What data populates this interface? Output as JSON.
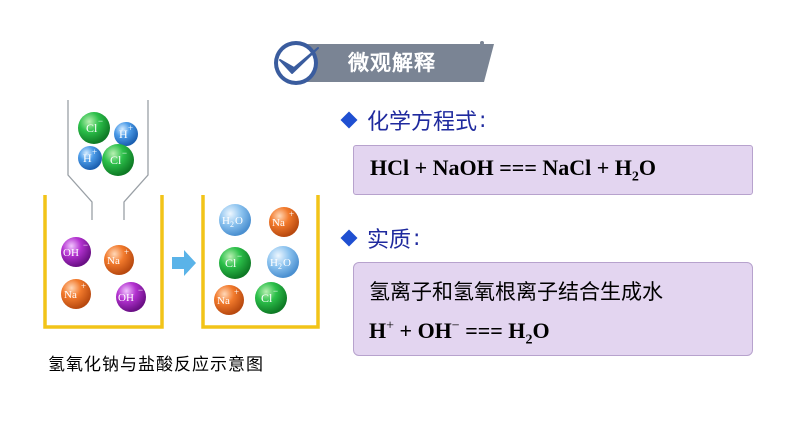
{
  "header": {
    "title": "微观解释",
    "check_icon": "checkmark-icon",
    "colors": {
      "banner": "#7a8494",
      "banner_circle": "#3a5c9e",
      "accent": "#1f4fd1"
    }
  },
  "section_equation": {
    "label": "化学方程式",
    "colon": ":",
    "equation": {
      "left": "HCl + NaOH === NaCl + H",
      "sub": "2",
      "right": "O"
    }
  },
  "section_essence": {
    "label": "实质",
    "colon": ":",
    "line1": "氢离子和氢氧根离子结合生成水",
    "line2": {
      "h": "H",
      "h_sup": "+",
      "plus": " + OH",
      "oh_sup": "−",
      "eq": " === H",
      "sub": "2",
      "o": "O"
    }
  },
  "diagram": {
    "caption": "氢氧化钠与盐酸反应示意图",
    "dropper_ions": [
      {
        "label": "Cl",
        "sup": "−",
        "color": "#1faa3c"
      },
      {
        "label": "H",
        "sup": "+",
        "color": "#3f8fe0"
      },
      {
        "label": "H",
        "sup": "+",
        "color": "#3f8fe0"
      },
      {
        "label": "Cl",
        "sup": "−",
        "color": "#1faa3c"
      }
    ],
    "beaker1_ions": [
      {
        "label": "OH",
        "sup": "−",
        "color": "#a02bc0"
      },
      {
        "label": "Na",
        "sup": "+",
        "color": "#f07a2a"
      },
      {
        "label": "Na",
        "sup": "+",
        "color": "#f07a2a"
      },
      {
        "label": "OH",
        "sup": "−",
        "color": "#a02bc0"
      }
    ],
    "beaker2_ions": [
      {
        "label": "H",
        "sub": "2",
        "tail": "O",
        "color": "#7fb8e8"
      },
      {
        "label": "Na",
        "sup": "+",
        "color": "#f07a2a"
      },
      {
        "label": "Cl",
        "sup": "−",
        "color": "#1faa3c"
      },
      {
        "label": "H",
        "sub": "2",
        "tail": "O",
        "color": "#7fb8e8"
      },
      {
        "label": "Na",
        "sup": "+",
        "color": "#f07a2a"
      },
      {
        "label": "Cl",
        "sup": "−",
        "color": "#1faa3c"
      }
    ],
    "beaker_color": "#f2c418",
    "arrow_color": "#5ab3e8"
  }
}
